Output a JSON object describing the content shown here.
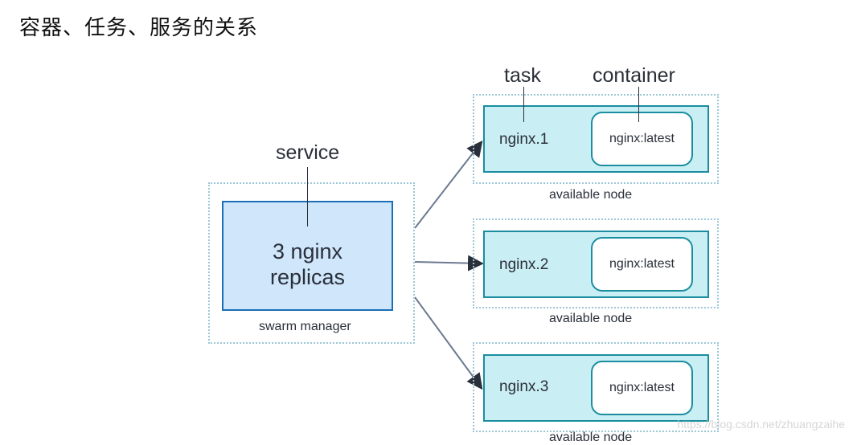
{
  "page_title": "容器、任务、服务的关系",
  "callouts": {
    "service": "service",
    "task": "task",
    "container": "container"
  },
  "manager": {
    "text_line1": "3 nginx",
    "text_line2": "replicas",
    "caption": "swarm manager"
  },
  "nodes": [
    {
      "task": "nginx.1",
      "container": "nginx:latest",
      "caption": "available node"
    },
    {
      "task": "nginx.2",
      "container": "nginx:latest",
      "caption": "available node"
    },
    {
      "task": "nginx.3",
      "container": "nginx:latest",
      "caption": "available node"
    }
  ],
  "watermark": "https://blog.csdn.net/zhuangzaihe",
  "colors": {
    "manager_fill": "#cfe6fb",
    "manager_border": "#1c6fb5",
    "node_fill": "#c9eef3",
    "node_border": "#1a8ea0",
    "dotted_border": "#9cc6d8",
    "arrow": "#6b7a90"
  }
}
